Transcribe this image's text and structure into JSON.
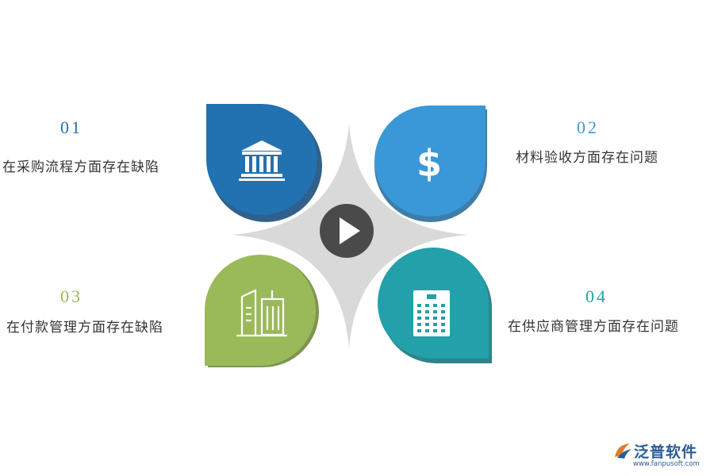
{
  "colors": {
    "item1": "#2271b1",
    "item2": "#3a98d8",
    "item3": "#9aba59",
    "item4": "#23a0aa",
    "center_star": "#d9d9d9",
    "play_button": "#4a4a4a",
    "brand": "#2a5c96"
  },
  "items": [
    {
      "number": "01",
      "label": "在采购流程方面存在缺陷",
      "icon": "bank-icon"
    },
    {
      "number": "02",
      "label": "材料验收方面存在问题",
      "icon": "dollar-icon"
    },
    {
      "number": "03",
      "label": "在付款管理方面存在缺陷",
      "icon": "buildings-icon"
    },
    {
      "number": "04",
      "label": "在供应商管理方面存在问题",
      "icon": "office-building-icon"
    }
  ],
  "center": {
    "icon": "play-icon"
  },
  "brand": {
    "name": "泛普软件",
    "url": "www.fanpusoft.com"
  }
}
